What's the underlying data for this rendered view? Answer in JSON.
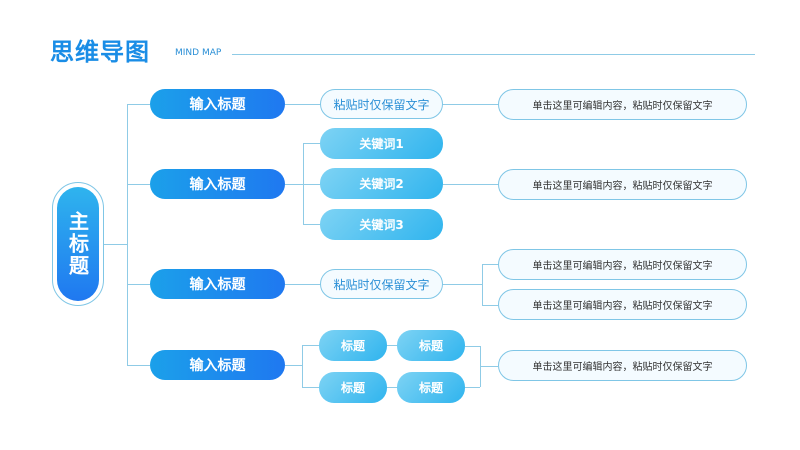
{
  "header": {
    "title": "思维导图",
    "subtitle": "MIND MAP"
  },
  "main_topic": "主标题",
  "branches": [
    {
      "label": "输入标题",
      "child": "粘贴时仅保留文字",
      "desc": "单击这里可编辑内容，粘贴时仅保留文字"
    },
    {
      "label": "输入标题",
      "keywords": [
        "关键词1",
        "关键词2",
        "关键词3"
      ],
      "desc": "单击这里可编辑内容，粘贴时仅保留文字"
    },
    {
      "label": "输入标题",
      "child": "粘贴时仅保留文字",
      "descs": [
        "单击这里可编辑内容，粘贴时仅保留文字",
        "单击这里可编辑内容，粘贴时仅保留文字"
      ]
    },
    {
      "label": "输入标题",
      "tags": [
        "标题",
        "标题",
        "标题",
        "标题"
      ],
      "desc": "单击这里可编辑内容，粘贴时仅保留文字"
    }
  ]
}
